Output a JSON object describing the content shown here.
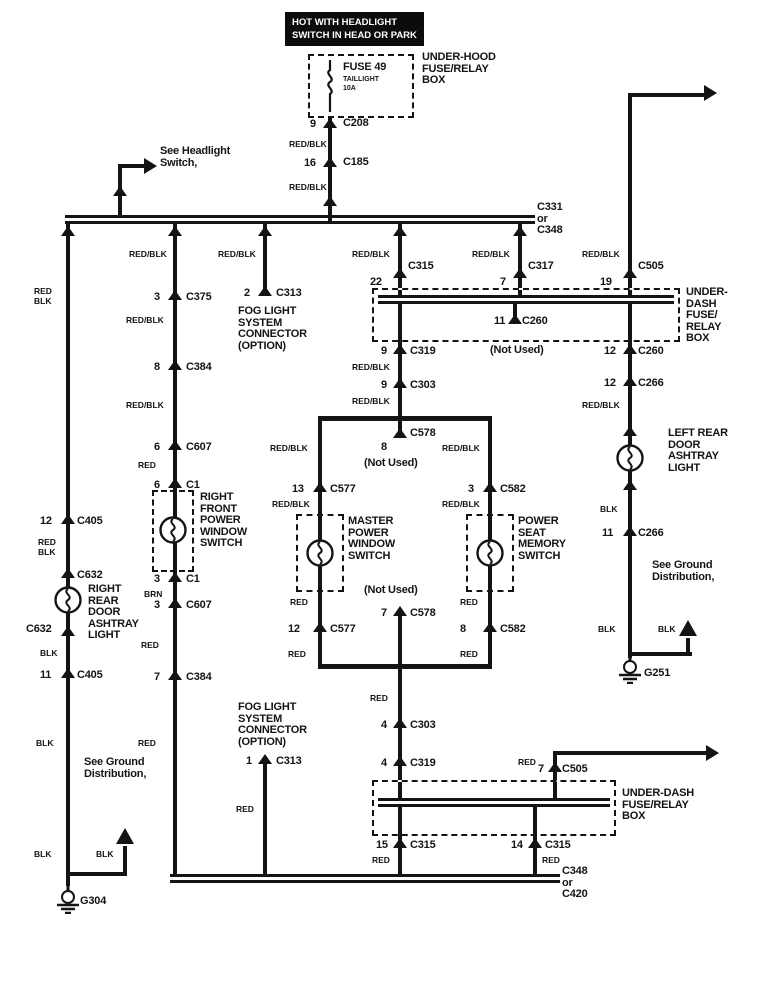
{
  "note_top": [
    "HOT WITH HEADLIGHT",
    "SWITCH IN HEAD OR PARK"
  ],
  "notes": {
    "see_headlight": [
      "See Headlight",
      "Switch,"
    ],
    "see_ground": [
      "See Ground",
      "Distribution,"
    ],
    "not_used": "(Not Used)"
  },
  "colors": {
    "red_blk": "RED/BLK",
    "red": "RED",
    "blk": "BLK",
    "brn": "BRN",
    "red_blk_stack": [
      "RED",
      "BLK"
    ]
  },
  "boxes": {
    "underhood": {
      "label": [
        "UNDER-HOOD",
        "FUSE/RELAY",
        "BOX"
      ],
      "fuse": {
        "name": "FUSE 49",
        "desc": "TAILLIGHT",
        "amp": "10A"
      }
    },
    "underdash1": {
      "label": [
        "UNDER-",
        "DASH",
        "FUSE/",
        "RELAY",
        "BOX"
      ]
    },
    "underdash2": {
      "label": [
        "UNDER-DASH",
        "FUSE/RELAY",
        "BOX"
      ]
    }
  },
  "devices": {
    "fog_top": [
      "FOG LIGHT",
      "SYSTEM",
      "CONNECTOR",
      "(OPTION)"
    ],
    "fog_bottom": [
      "FOG LIGHT",
      "SYSTEM",
      "CONNECTOR",
      "(OPTION)"
    ],
    "rf_window": [
      "RIGHT",
      "FRONT",
      "POWER",
      "WINDOW",
      "SWITCH"
    ],
    "master_window": [
      "MASTER",
      "POWER",
      "WINDOW",
      "SWITCH"
    ],
    "seat_memory": [
      "POWER",
      "SEAT",
      "MEMORY",
      "SWITCH"
    ],
    "rr_ashtray": [
      "RIGHT",
      "REAR",
      "DOOR",
      "ASHTRAY",
      "LIGHT"
    ],
    "lr_ashtray": [
      "LEFT REAR",
      "DOOR",
      "ASHTRAY",
      "LIGHT"
    ]
  },
  "connectors": {
    "bus_top": [
      "C331",
      "or",
      "C348"
    ],
    "bus_bottom": [
      "C348",
      "or",
      "C420"
    ],
    "c208": {
      "pin": "9",
      "name": "C208"
    },
    "c185": {
      "pin": "16",
      "name": "C185"
    },
    "c375": {
      "pin": "3",
      "name": "C375"
    },
    "c384_a": {
      "pin": "8",
      "name": "C384"
    },
    "c607_a": {
      "pin": "6",
      "name": "C607"
    },
    "c1_a": {
      "pin": "6",
      "name": "C1"
    },
    "c1_b": {
      "pin": "3",
      "name": "C1"
    },
    "c607_b": {
      "pin": "3",
      "name": "C607"
    },
    "c384_b": {
      "pin": "7",
      "name": "C384"
    },
    "c313_a": {
      "pin": "2",
      "name": "C313"
    },
    "c313_b": {
      "pin": "1",
      "name": "C313"
    },
    "c405_a": {
      "pin": "12",
      "name": "C405"
    },
    "c405_b": {
      "pin": "11",
      "name": "C405"
    },
    "c632_a": {
      "name": "C632"
    },
    "c632_b": {
      "name": "C632"
    },
    "c315_22": {
      "pin": "22",
      "name": "C315"
    },
    "c317_7": {
      "pin": "7",
      "name": "C317"
    },
    "c505_19": {
      "pin": "19",
      "name": "C505"
    },
    "c260_11": {
      "pin": "11",
      "name": "C260"
    },
    "c260_12": {
      "pin": "12",
      "name": "C260"
    },
    "c319_9": {
      "pin": "9",
      "name": "C319"
    },
    "c303_9": {
      "pin": "9",
      "name": "C303"
    },
    "c578_8": {
      "pin": "8",
      "name": "C578"
    },
    "c577_13": {
      "pin": "13",
      "name": "C577"
    },
    "c577_12": {
      "pin": "12",
      "name": "C577"
    },
    "c582_3": {
      "pin": "3",
      "name": "C582"
    },
    "c582_8": {
      "pin": "8",
      "name": "C582"
    },
    "c578_7": {
      "pin": "7",
      "name": "C578"
    },
    "c303_4": {
      "pin": "4",
      "name": "C303"
    },
    "c319_4": {
      "pin": "4",
      "name": "C319"
    },
    "c315_15": {
      "pin": "15",
      "name": "C315"
    },
    "c315_14": {
      "pin": "14",
      "name": "C315"
    },
    "c505_7": {
      "pin": "7",
      "name": "C505"
    },
    "c266_12": {
      "pin": "12",
      "name": "C266"
    },
    "c266_11": {
      "pin": "11",
      "name": "C266"
    }
  },
  "grounds": {
    "g304": "G304",
    "g251": "G251"
  }
}
